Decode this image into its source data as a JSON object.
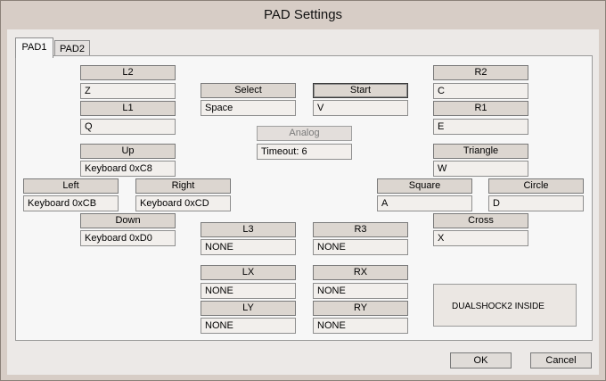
{
  "window": {
    "title": "PAD Settings"
  },
  "tabs": [
    {
      "label": "PAD1"
    },
    {
      "label": "PAD2"
    }
  ],
  "buttons": {
    "l2": {
      "label": "L2",
      "value": "Z"
    },
    "l1": {
      "label": "L1",
      "value": "Q"
    },
    "select": {
      "label": "Select",
      "value": "Space"
    },
    "start": {
      "label": "Start",
      "value": "V"
    },
    "analog": {
      "label": "Analog",
      "value": "Timeout: 6"
    },
    "r2": {
      "label": "R2",
      "value": "C"
    },
    "r1": {
      "label": "R1",
      "value": "E"
    },
    "up": {
      "label": "Up",
      "value": "Keyboard 0xC8"
    },
    "left": {
      "label": "Left",
      "value": "Keyboard 0xCB"
    },
    "right": {
      "label": "Right",
      "value": "Keyboard 0xCD"
    },
    "down": {
      "label": "Down",
      "value": "Keyboard 0xD0"
    },
    "triangle": {
      "label": "Triangle",
      "value": "W"
    },
    "square": {
      "label": "Square",
      "value": "A"
    },
    "circle": {
      "label": "Circle",
      "value": "D"
    },
    "cross": {
      "label": "Cross",
      "value": "X"
    },
    "l3": {
      "label": "L3",
      "value": "NONE"
    },
    "r3": {
      "label": "R3",
      "value": "NONE"
    },
    "lx": {
      "label": "LX",
      "value": "NONE"
    },
    "rx": {
      "label": "RX",
      "value": "NONE"
    },
    "ly": {
      "label": "LY",
      "value": "NONE"
    },
    "ry": {
      "label": "RY",
      "value": "NONE"
    }
  },
  "info": {
    "text": "DUALSHOCK2 INSIDE"
  },
  "dialog": {
    "ok_label": "OK",
    "cancel_label": "Cancel"
  }
}
